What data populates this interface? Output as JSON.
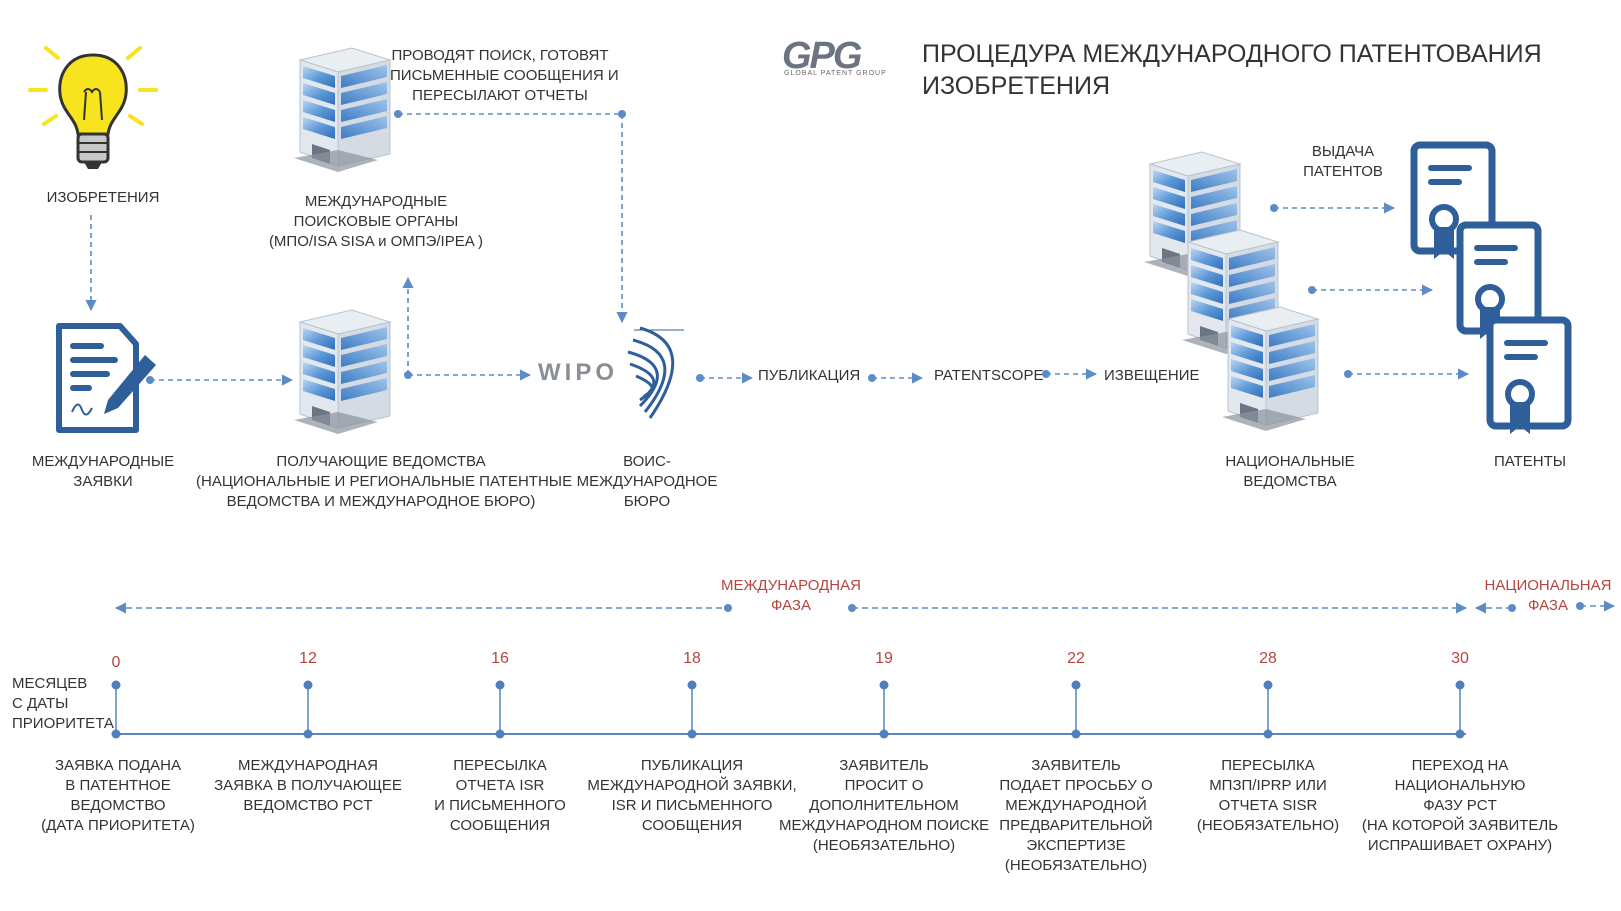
{
  "title_line1": "ПРОЦЕДУРА МЕЖДУНАРОДНОГО ПАТЕНТОВАНИЯ",
  "title_line2": "ИЗОБРЕТЕНИЯ",
  "logo": {
    "mark": "GPG",
    "subtitle": "GLOBAL PATENT GROUP"
  },
  "top": {
    "invention_label": "ИЗОБРЕТЕНИЯ",
    "search_note": [
      "ПРОВОДЯТ ПОИСК, ГОТОВЯТ",
      "ПИСЬМЕННЫЕ СООБЩЕНИЯ И",
      "ПЕРЕСЫЛАЮТ ОТЧЕТЫ"
    ],
    "search_bodies": [
      "МЕЖДУНАРОДНЫЕ",
      "ПОИСКОВЫЕ ОРГАНЫ",
      "(МПО/ISA  SISA и ОМПЭ/IPEA )"
    ],
    "applications": [
      "МЕЖДУНАРОДНЫЕ",
      "ЗАЯВКИ"
    ],
    "receiving_offices": [
      "ПОЛУЧАЮЩИЕ ВЕДОМСТВА",
      "(НАЦИОНАЛЬНЫЕ И РЕГИОНАЛЬНЫЕ ПАТЕНТНЫЕ",
      "ВЕДОМСТВА И МЕЖДУНАРОДНОЕ БЮРО)"
    ],
    "wipo_logo": "WIPO",
    "wipo_label": [
      "ВОИС-",
      "МЕЖДУНАРОДНОЕ",
      "БЮРО"
    ],
    "publication": "ПУБЛИКАЦИЯ",
    "patentscope": "PATENTSCOPE",
    "notification": "ИЗВЕЩЕНИЕ",
    "grant": [
      "ВЫДАЧА",
      "ПАТЕНТОВ"
    ],
    "national_offices": [
      "НАЦИОНАЛЬНЫЕ",
      "ВЕДОМСТВА"
    ],
    "patents": "ПАТЕНТЫ"
  },
  "phases": {
    "international": [
      "МЕЖДУНАРОДНАЯ",
      "ФАЗА"
    ],
    "national": [
      "НАЦИОНАЛЬНАЯ",
      "ФАЗА"
    ]
  },
  "timeline": {
    "axis_label": [
      "МЕСЯЦЕВ",
      "С ДАТЫ",
      "ПРИОРИТЕТА"
    ],
    "ticks": [
      "0",
      "12",
      "16",
      "18",
      "19",
      "22",
      "28",
      "30"
    ],
    "events": [
      [
        "ЗАЯВКА ПОДАНА",
        "В ПАТЕНТНОЕ",
        "ВЕДОМСТВО",
        "(ДАТА ПРИОРИТЕТА)"
      ],
      [
        "МЕЖДУНАРОДНАЯ",
        "ЗАЯВКА В ПОЛУЧАЮЩЕЕ",
        "ВЕДОМСТВО PCT"
      ],
      [
        "ПЕРЕСЫЛКА",
        "ОТЧЕТА ISR",
        "И ПИСЬМЕННОГО",
        "СООБЩЕНИЯ"
      ],
      [
        "ПУБЛИКАЦИЯ",
        "МЕЖДУНАРОДНОЙ ЗАЯВКИ,",
        "ISR И  ПИСЬМЕННОГО",
        "СООБЩЕНИЯ"
      ],
      [
        "ЗАЯВИТЕЛЬ",
        "ПРОСИТ О",
        "ДОПОЛНИТЕЛЬНОМ",
        "МЕЖДУНАРОДНОМ ПОИСКЕ",
        "(НЕОБЯЗАТЕЛЬНО)"
      ],
      [
        "ЗАЯВИТЕЛЬ",
        "ПОДАЕТ ПРОСЬБУ О",
        "МЕЖДУНАРОДНОЙ",
        "ПРЕДВАРИТЕЛЬНОЙ",
        "ЭКСПЕРТИЗЕ",
        "(НЕОБЯЗАТЕЛЬНО)"
      ],
      [
        "ПЕРЕСЫЛКА",
        "МПЗП/IPRP ИЛИ",
        "ОТЧЕТА SISR",
        "(НЕОБЯЗАТЕЛЬНО)"
      ],
      [
        "ПЕРЕХОД НА",
        "НАЦИОНАЛЬНУЮ",
        "ФАЗУ  PCT",
        "(НА КОТОРОЙ ЗАЯВИТЕЛЬ",
        "ИСПРАШИВАЕТ ОХРАНУ)"
      ]
    ]
  },
  "colors": {
    "accent": "#2e5f9a",
    "connector": "#5b8cc4",
    "timeline": "#5a86c0",
    "phase": "#b5453f",
    "bulb": "#f7e31e"
  }
}
